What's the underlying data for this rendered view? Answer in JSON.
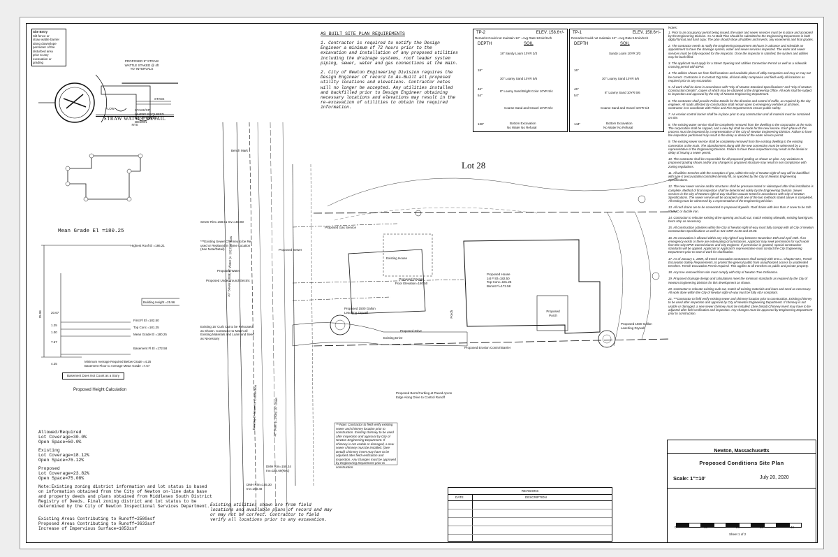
{
  "legend_box": {
    "title": "Site Entry",
    "lines": [
      "Silt fence or",
      "straw wattle barrier",
      "along downslope",
      "perimeter of the",
      "disturbed area",
      "prior to any",
      "excavation or",
      "grading"
    ]
  },
  "straw_wattle": {
    "label_top_1": "PROPOSED 9\" STRAW",
    "label_top_2": "WATTLE STAKED @ 4ft",
    "label_top_3": "TO' INTERVALS",
    "label_stake": "STAKE",
    "label_flow": "FLOW",
    "label_side_1": "STAKE/CP",
    "label_side_2": "WHERE REQUIRED",
    "label_side_3": "BY APPROVED",
    "label_side_4": "DESIGN",
    "title": "STRAW WATTLE DETAIL",
    "subtitle": "NTS"
  },
  "mean_grade": "Mean Grade El =180.25",
  "height_calc": {
    "highest_roof": "Highest Roof El =186.21",
    "building_height": "Building Height =25.96",
    "dim_left": "25.96",
    "dim_2087": "20.67",
    "dim_125": "1.25",
    "dim_100": "1.00",
    "dim_767": "7.67",
    "first_fl": "First Fl El =182.50",
    "top_conc": "Top Conc =181.25",
    "mean_grade_el": "Mean Grade El =180.25",
    "basement": "Basement Fl El =172.58",
    "dim_left_bottom": "4.25",
    "note_1": "Minimum Average Required Below Grade =4.25",
    "note_2": "Basement Floor to Average Mean Grade =7.67",
    "not_story": "Basement Does Not Count as a Story",
    "caption": "Proposed Height Calculation"
  },
  "coverage": {
    "allowed_title": "Allowed/Required",
    "allowed_lot": "Lot Coverage=30.0%",
    "allowed_open": "Open Space=50.0%",
    "existing_title": "Existing",
    "existing_lot": "Lot Coverage=18.12%",
    "existing_open": "Open Space=76.12%",
    "proposed_title": "Proposed",
    "proposed_lot": "Lot Coverage=23.82%",
    "proposed_open": "Open Space=75.08%"
  },
  "zoning_note": "Note:Existing zoning district information and lot status is based on information obtained from the City of Newton on-line data base and property deeds and plans obtained from Middlesex South District Registry of Deeds. Final zoning district and lot status to be determined by the City of Newton Inspectional Services Department.",
  "runoff": {
    "existing": "Existing Areas Contributing to Runoff=2580±sf",
    "proposed": "Proposed Areas Contributing to Runoff=3633±sf",
    "increase": "Increase of Impervious Surface=1053±sf"
  },
  "utilities_note": "Existing utilities shown are from field locations and available plans of record and may or may not be correct. Contractor to field verify all locations prior to any excavation.",
  "requirements": {
    "title": "AS BUILT SITE PLAN REQUIREMENTS",
    "item_1": "1. Contractor is required to notify the Design Engineer a minimum of 72 hours prior to the excavation and installation of any proposed utilities including the drainage systems, roof leader system piping, sewer, water and gas connections at the main.",
    "item_2": "2. City of Newton Engineering Division requires the Design Engineer of record to As-Built all proposed utility locations and elevations. Contractor notes will no longer be accepted. Any utilities installed and backfilled prior to Design Engineer obtaining necessary locations and elevations may result in the re-excavation of utilities to obtain the required information."
  },
  "test_pits": [
    {
      "title": "TP-2",
      "elev": "ELEV. 158.6+/-",
      "remarks": "Remarks:Could not maintain 12\" ~Avg Rate:12min/Inch",
      "col_depth": "DEPTH",
      "col_soil": "SOIL",
      "depth_1": "18\"",
      "depth_2": "46\"",
      "depth_3": "54\"",
      "depth_4": "136\"",
      "soil_1": "18\" Sandy Loam 10YR 3/3",
      "soil_2": "30\" Loamy Sand 10YR 5/6",
      "soil_3": "8\" Loamy Sand Bright Color 10YR 5/4",
      "soil_4": "Coarse Sand and Gravel 10YR 5/4",
      "soil_5": "Bottom Excavation",
      "soil_6": "No Water No Refusal"
    },
    {
      "title": "TP-1",
      "elev": "ELEV. 158.6+/-",
      "remarks": "Remarks:Could not maintain 12\" ~Avg Rate:12min/Inch",
      "col_depth": "DEPTH",
      "col_soil": "SOIL",
      "depth_1": "16\"",
      "depth_2": "46\"",
      "depth_3": "54\"",
      "depth_4": "144\"",
      "soil_1": "Sandy Loam 10YR 3/3",
      "soil_2": "30\" Loamy Sand 10YR 5/6",
      "soil_3": "8\" Loamy Sand 10YR 5/6",
      "soil_4": "Coarse Sand and Gravel 10YR 5/4",
      "soil_5": "Bottom Excavation",
      "soil_6": "No Water No Refusal"
    }
  ],
  "notes_title": "Notes:",
  "notes": [
    "1. Prior to an occupancy permit being issued, the water and sewer services must be in place and accepted by the Engineering Division. An As-Built Plan should be submitted to the Engineering Department in both digital format and hard copy. The plan should show all utilities and inverts, any easements and final grades.",
    "2. The contractor needs to notify the Engineering Department 48 hours in advance and schedule an appointment to have the drainage system, water and sewer services inspected. The water and sewer services must be fully exposed for the inspector. Once the inspector is satisfied, the system and utilities may be back filled.",
    "3. The applicant must apply for a Street Opening and Utilities Connection Permit as well as a sidewalk crossing permit with DPW.",
    "4. The utilities shown are from field locations and available plans of utility companies and may or may not be correct. Contractor is to contact Dig Safe, all local utility companies and field verify all locations as required prior to any excavation.",
    "5. All work shall be done in accordance with \"City of Newton Standard Specifications\" and \"City of Newton Construction Details\", copies of which may be obtained at the Engineering Office. All work shall be subject to inspection and approval by the City of Newton Engineering Department.",
    "6. The contractor shall provide Police Details for the direction and control of traffic, as required by the city engineer. All roads affected by construction shall remain open to emergency vehicles at all times. Contractor is to coordinate with Police and Fire Department to ensure public safety.",
    "7. An erosion control barrier shall be in place prior to any construction and all material must be contained on site.",
    "8. The existing water service shall be completely removed from the dwelling to the corporation at the main. The corporation shall be capped, and a new tap shall be made for the new service. Each phase of this process must be inspected by a representative of the City of Newton Engineering Division. Failure to have the inspection performed may result in the delay or denial of the water service permit.",
    "9. The existing sewer service shall be completely removed from the existing dwelling to the existing connection at the main. The abandonment along with the new connection must be witnessed by a representative of the Engineering Division. Failure to have these inspections may result in the denial or delay of issuing a sewer permit.",
    "10. The contractor shall be responsible for all proposed grading as shown on plan. Any variations to proposed grading shown and/or any changes to proposed structure may result in non compliance with zoning regulations.",
    "11. All utilities trenches with the exception of gas, within the City of Newton right-of-way will be backfilled with type K (excavatable) controlled density fill, as specified by the City of Newton Engineering Specifications.",
    "12. The new sewer service and/or structures shall be pressure tested or videotaped after final installation is complete. Method of final inspection shall be determined solely by the Engineering Division. Sewer services in the City of Newton right of way shall be vacuum tested in accordance with City of Newton Specifications. The sewer service will be accepted until one of the two methods stated above is completed. All testing must be witnessed by a representative of the Engineering Division.",
    "13. All roof drains are to be connected to proposed drywells. Roof drains with less than 4' cover to be Sch 80 PVC or ductile iron.",
    "14. Contractor to relocate existing drive opening and curb cut, match existing sidewalk, existing lawn/grass berm strip as necessary.",
    "15. All construction activities within the City of Newton right-of-way must fully comply with all City of Newton Construction Specifications as well as 521 CMR 21.00 and 22.00.",
    "16. No excavation is allowed within any City right of way between November 15th and April 15th. If an emergency exists or there are extenuating circumstances, Applicant may seek permission for such work from the City DPW Commissioner and City Engineer. If permission is granted, special construction standards will be applied. Applicant or Applicant's representative must contact the City Engineering Department prior to start of work for clarification.",
    "17. As of January 1, 2009, all trench excavation contractors shall comply with M.G.L. Chapter 82A, Trench Excavation Safety Requirements, to protect the general public from unauthorized access to unattended trenches. Trench Excavation Permit required. This applies to all trenches on public and private property.",
    "18. Any tree removed from site must comply with City of Newton Tree Ordinance.",
    "19. Proposed drainage design and calculations meet the minimum standards as required by the City of Newton Engineering Division for this development as shown.",
    "20. Contractor to relocate existing curb cut, match all existing materials and loam and seed as necessary. All work done within the City of Newton right-of-way must be fully ADA compliant.",
    "21. ***Contractor to field verify existing sewer and chimney location prior to construction. Existing chimney to be used after inspection and approval by City of Newton Engineering Department. If chimney is not usable or damaged, a new sewer chimney must be installed. (See Detail) Chimney invert may have to be adjusted after field verification and inspection. Any changes must be approved by Engineering Department prior to construction."
  ],
  "title_block": {
    "city": "Newton, Massachusetts",
    "title": "Proposed Conditions Site Plan",
    "scale": "Scale: 1\"=10'",
    "date": "July 20, 2020",
    "scale_0": "0",
    "scale_10": "10",
    "scale_20": "20",
    "scale_30": "30",
    "scale_40": "40",
    "sheet": "Sheet 1 of 2"
  },
  "revisions": {
    "title": "REVISIONS",
    "col_date": "DATE",
    "col_desc": "DESCRIPTION"
  },
  "plan": {
    "lot_label": "Lot 28",
    "sewer_note": "***Note: Contractor to field verify existing sewer and chimney location prior to construction. Existing chimney to be used after inspection and approval by City of Newton Engineering Department. If chimney is not usable or damaged, a new sewer chimney must be installed. (See Detail) Chimney invert may have to be adjusted after field verification and inspection. Any changes must be approved by Engineering Department prior to construction.",
    "proposed_house": "Proposed House",
    "house_1st": "1st Fl El=182.50",
    "house_top": "Top Conc=181.25",
    "house_bsmt": "Bsmnt Fl=172.58",
    "proposed_porch": "Proposed Porch",
    "porch": "Porch",
    "proposed_garage": "Proposed Garage",
    "garage_floor": "Floor Elevation=180.50",
    "existing_house": "Existing House",
    "proposed_drive": "Proposed Drive",
    "existing_drive": "Existing Drive",
    "erosion_barrier": "Proposed Erosion Control Barrier",
    "berm_note": "Proposed Berm/Curbing at Paved Apron Edge Along Drive to Control Runoff",
    "prop_gas": "Proposed Gas Service",
    "prop_sewer": "Proposed Sewer",
    "prop_water": "Proposed Water",
    "underground_elec": "Proposed Underground Electric",
    "drywell_1": "Proposed 1500 Gallon Leaching Drywell",
    "drywell_2": "Proposed 1500 Gallon Leaching Drywell",
    "recycle_note": "***Existing Sewer Chimney to be Re-used or Replaced in Same Location (See Note/Detail)",
    "curb_note": "Existing 16' Curb Cut to be Relocated as Shown. Contractor to Match all Existing Materials and Loam and Seed as Necessary",
    "sewer_rim": "Sewer Rim=158.51 Inv=150.80",
    "dmh_top": "DMH Rim=158.24 Inv=154.69(Rec)",
    "dmh_bottom": "DMH Rim=155.30 Inv=150.48",
    "street_label_1": "10\" Sewer (1939) 8\" Water (c. 1917) 8\" Gas",
    "street_label_2": "12\" Drain (c.1938) 10\" Drain",
    "street_label_3": "Existing 6\" Sewer to Connection",
    "bench": "Bench Mark"
  }
}
